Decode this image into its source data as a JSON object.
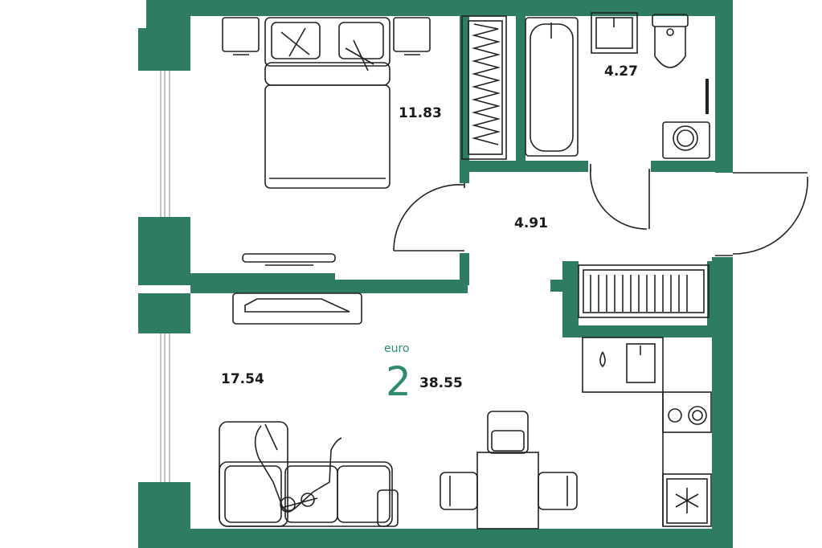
{
  "colors": {
    "wall": "#2e7d62",
    "accent": "#2e8c6c",
    "line": "#222222"
  },
  "rooms": {
    "bedroom_area": "11.83",
    "bathroom_area": "4.27",
    "hall_area": "4.91",
    "living_area": "17.54"
  },
  "apartment": {
    "type_label": "euro",
    "rooms_count": "2",
    "total_area": "38.55"
  },
  "icons": [
    "bed-icon",
    "pillow-icon",
    "nightstand-icon",
    "tv-icon",
    "bathtub-icon",
    "sink-icon",
    "toilet-icon",
    "washing-machine-icon",
    "radiator-icon",
    "sofa-icon",
    "person-icon",
    "dining-table-icon",
    "chair-icon",
    "stove-icon",
    "fridge-icon",
    "snowflake-icon",
    "door-icon",
    "window-icon"
  ]
}
